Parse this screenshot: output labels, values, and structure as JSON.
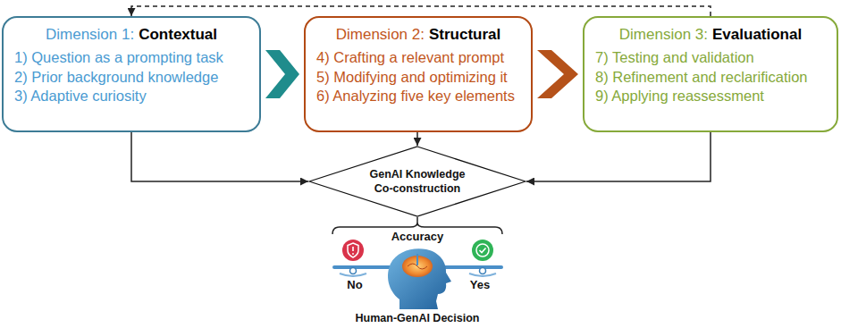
{
  "diagram": {
    "nodes": [
      {
        "text": [
          "Dimension 1:",
          "Contextual",
          "1) Question as a prompting task",
          "2) Prior background knowledge",
          "3) Adaptive curiosity"
        ]
      },
      {
        "text": [
          "Dimension 2:",
          "Structural",
          "4) Crafting a relevant prompt",
          "5) Modifying and optimizing it",
          "6) Analyzing five key elements"
        ]
      },
      {
        "text": [
          "Dimension 3:",
          "Evaluational",
          "7) Testing and validation",
          "8) Refinement and reclarification",
          "9) Applying reassessment"
        ]
      },
      {
        "text": [
          "GenAI Knowledge Co-construction"
        ]
      }
    ],
    "edges": [
      {
        "from": 0,
        "to": 1,
        "arrow": "to"
      },
      {
        "from": 1,
        "to": 2,
        "arrow": "to"
      },
      {
        "from": 0,
        "to": 3,
        "arrow": "to"
      },
      {
        "from": 1,
        "to": 3,
        "arrow": "to"
      },
      {
        "from": 2,
        "to": 3,
        "arrow": "to"
      },
      {
        "from": 2,
        "to": 0,
        "arrow": "to"
      }
    ],
    "labels": [
      "Accuracy",
      "No",
      "Yes",
      "Human-GenAI Decision"
    ]
  }
}
